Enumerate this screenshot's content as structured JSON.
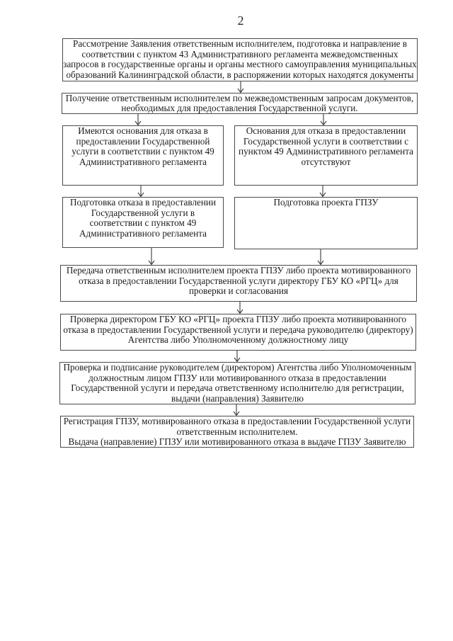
{
  "page": {
    "number": "2",
    "background_color": "#ffffff",
    "text_color": "#161616",
    "border_color": "#3c3c3c"
  },
  "flowchart": {
    "boxes": [
      {
        "id": 1,
        "text": "Рассмотрение Заявления ответственным исполнителем, подготовка и направление в\nсоответствии с пунктом 43 Административного регламента межведомственных\nзапросов в государственные органы и органы местного самоуправления муниципальных\nобразований Калининградской области, в распоряжении которых находятся документы"
      },
      {
        "id": 2,
        "text": "Получение ответственным исполнителем по межведомственным запросам документов,\nнеобходимых для предоставления Государственной услуги."
      },
      {
        "id": 3,
        "text": "Имеются основания для отказа в\nпредоставлении Государственной\nуслуги в соответствии с пунктом 49\nАдминистративного регламента"
      },
      {
        "id": 4,
        "text": "Основания для отказа в предоставлении\nГосударственной услуги в соответствии с\nпунктом 49 Административного регламента\nотсутствуют"
      },
      {
        "id": 5,
        "text": "Подготовка отказа в предоставлении\nГосударственной услуги в\nсоответствии с пунктом 49\nАдминистративного регламента"
      },
      {
        "id": 6,
        "text": "Подготовка проекта ГПЗУ"
      },
      {
        "id": 7,
        "text": "Передача ответственным исполнителем проекта ГПЗУ либо проекта мотивированного\nотказа в предоставлении Государственной услуги директору ГБУ КО «РГЦ» для\nпроверки и согласования"
      },
      {
        "id": 8,
        "text": "Проверка директором ГБУ КО «РГЦ» проекта ГПЗУ либо проекта мотивированного\nотказа в предоставлении Государственной услуги и передача руководителю (директору)\nАгентства либо Уполномоченному должностному лицу"
      },
      {
        "id": 9,
        "text": "Проверка и подписание руководителем (директором) Агентства либо Уполномоченным\nдолжностным лицом ГПЗУ или мотивированного отказа в предоставлении\nГосударственной услуги и передача ответственному исполнителю для регистрации,\nвыдачи (направления) Заявителю"
      },
      {
        "id": 10,
        "text": "Регистрация ГПЗУ, мотивированного отказа в предоставлении Государственной услуги\nответственным исполнителем.\nВыдача (направление) ГПЗУ или мотивированного отказа в выдаче ГПЗУ Заявителю"
      }
    ],
    "connections": [
      {
        "from": 1,
        "to": 2
      },
      {
        "from": 2,
        "to": 3
      },
      {
        "from": 2,
        "to": 4
      },
      {
        "from": 3,
        "to": 5
      },
      {
        "from": 4,
        "to": 6
      },
      {
        "from": 5,
        "to": 7
      },
      {
        "from": 6,
        "to": 7
      },
      {
        "from": 7,
        "to": 8
      },
      {
        "from": 8,
        "to": 9
      },
      {
        "from": 9,
        "to": 10
      }
    ]
  }
}
